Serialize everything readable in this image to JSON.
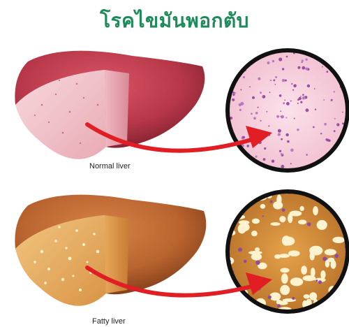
{
  "title": "โรคไขมันพอกตับ",
  "normal_label": "Normal liver",
  "fatty_label": "Fatty liver",
  "colors": {
    "title": "#1f8a5a",
    "normal_liver": "#b8384a",
    "normal_cut": "#f3c6cc",
    "fatty_liver": "#b9632f",
    "fatty_cut": "#eab56a",
    "arrow": "#e01e24",
    "normal_tissue": "#f6d0dc",
    "fat_cell": "#fff3cf"
  }
}
